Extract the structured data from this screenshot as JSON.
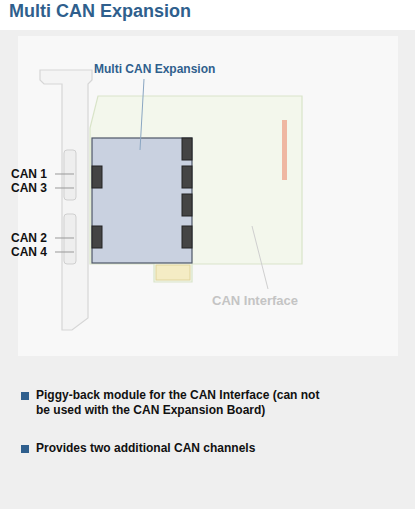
{
  "diagram": {
    "title": "Multi CAN Expansion",
    "labels": [
      "Multi CAN Expansion",
      "CAN 1",
      "CAN 3",
      "CAN 2",
      "CAN 4",
      "CAN Interface",
      "Piggy-back module for the CAN Interface (can not be used with the CAN Expansion Board)",
      "Provides two additional CAN channels"
    ]
  }
}
